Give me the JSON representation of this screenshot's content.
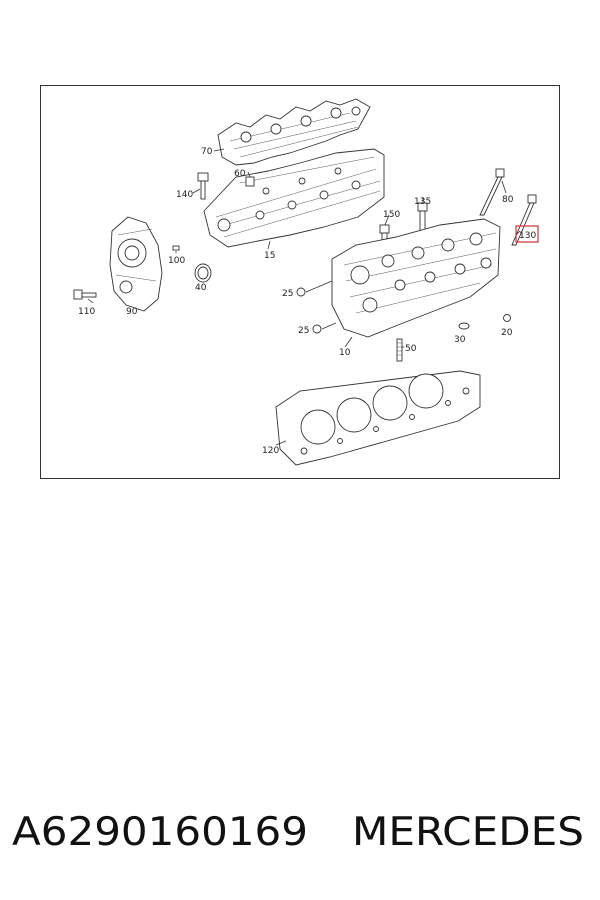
{
  "diagram": {
    "callouts": [
      "70",
      "60",
      "140",
      "15",
      "135",
      "150",
      "80",
      "130",
      "100",
      "40",
      "110",
      "90",
      "25",
      "25",
      "10",
      "50",
      "30",
      "20",
      "120"
    ],
    "highlighted_callout": "130",
    "highlight_color": "#d0303a"
  },
  "caption": {
    "part_number": "A6290160169",
    "brand": "MERCEDES"
  }
}
